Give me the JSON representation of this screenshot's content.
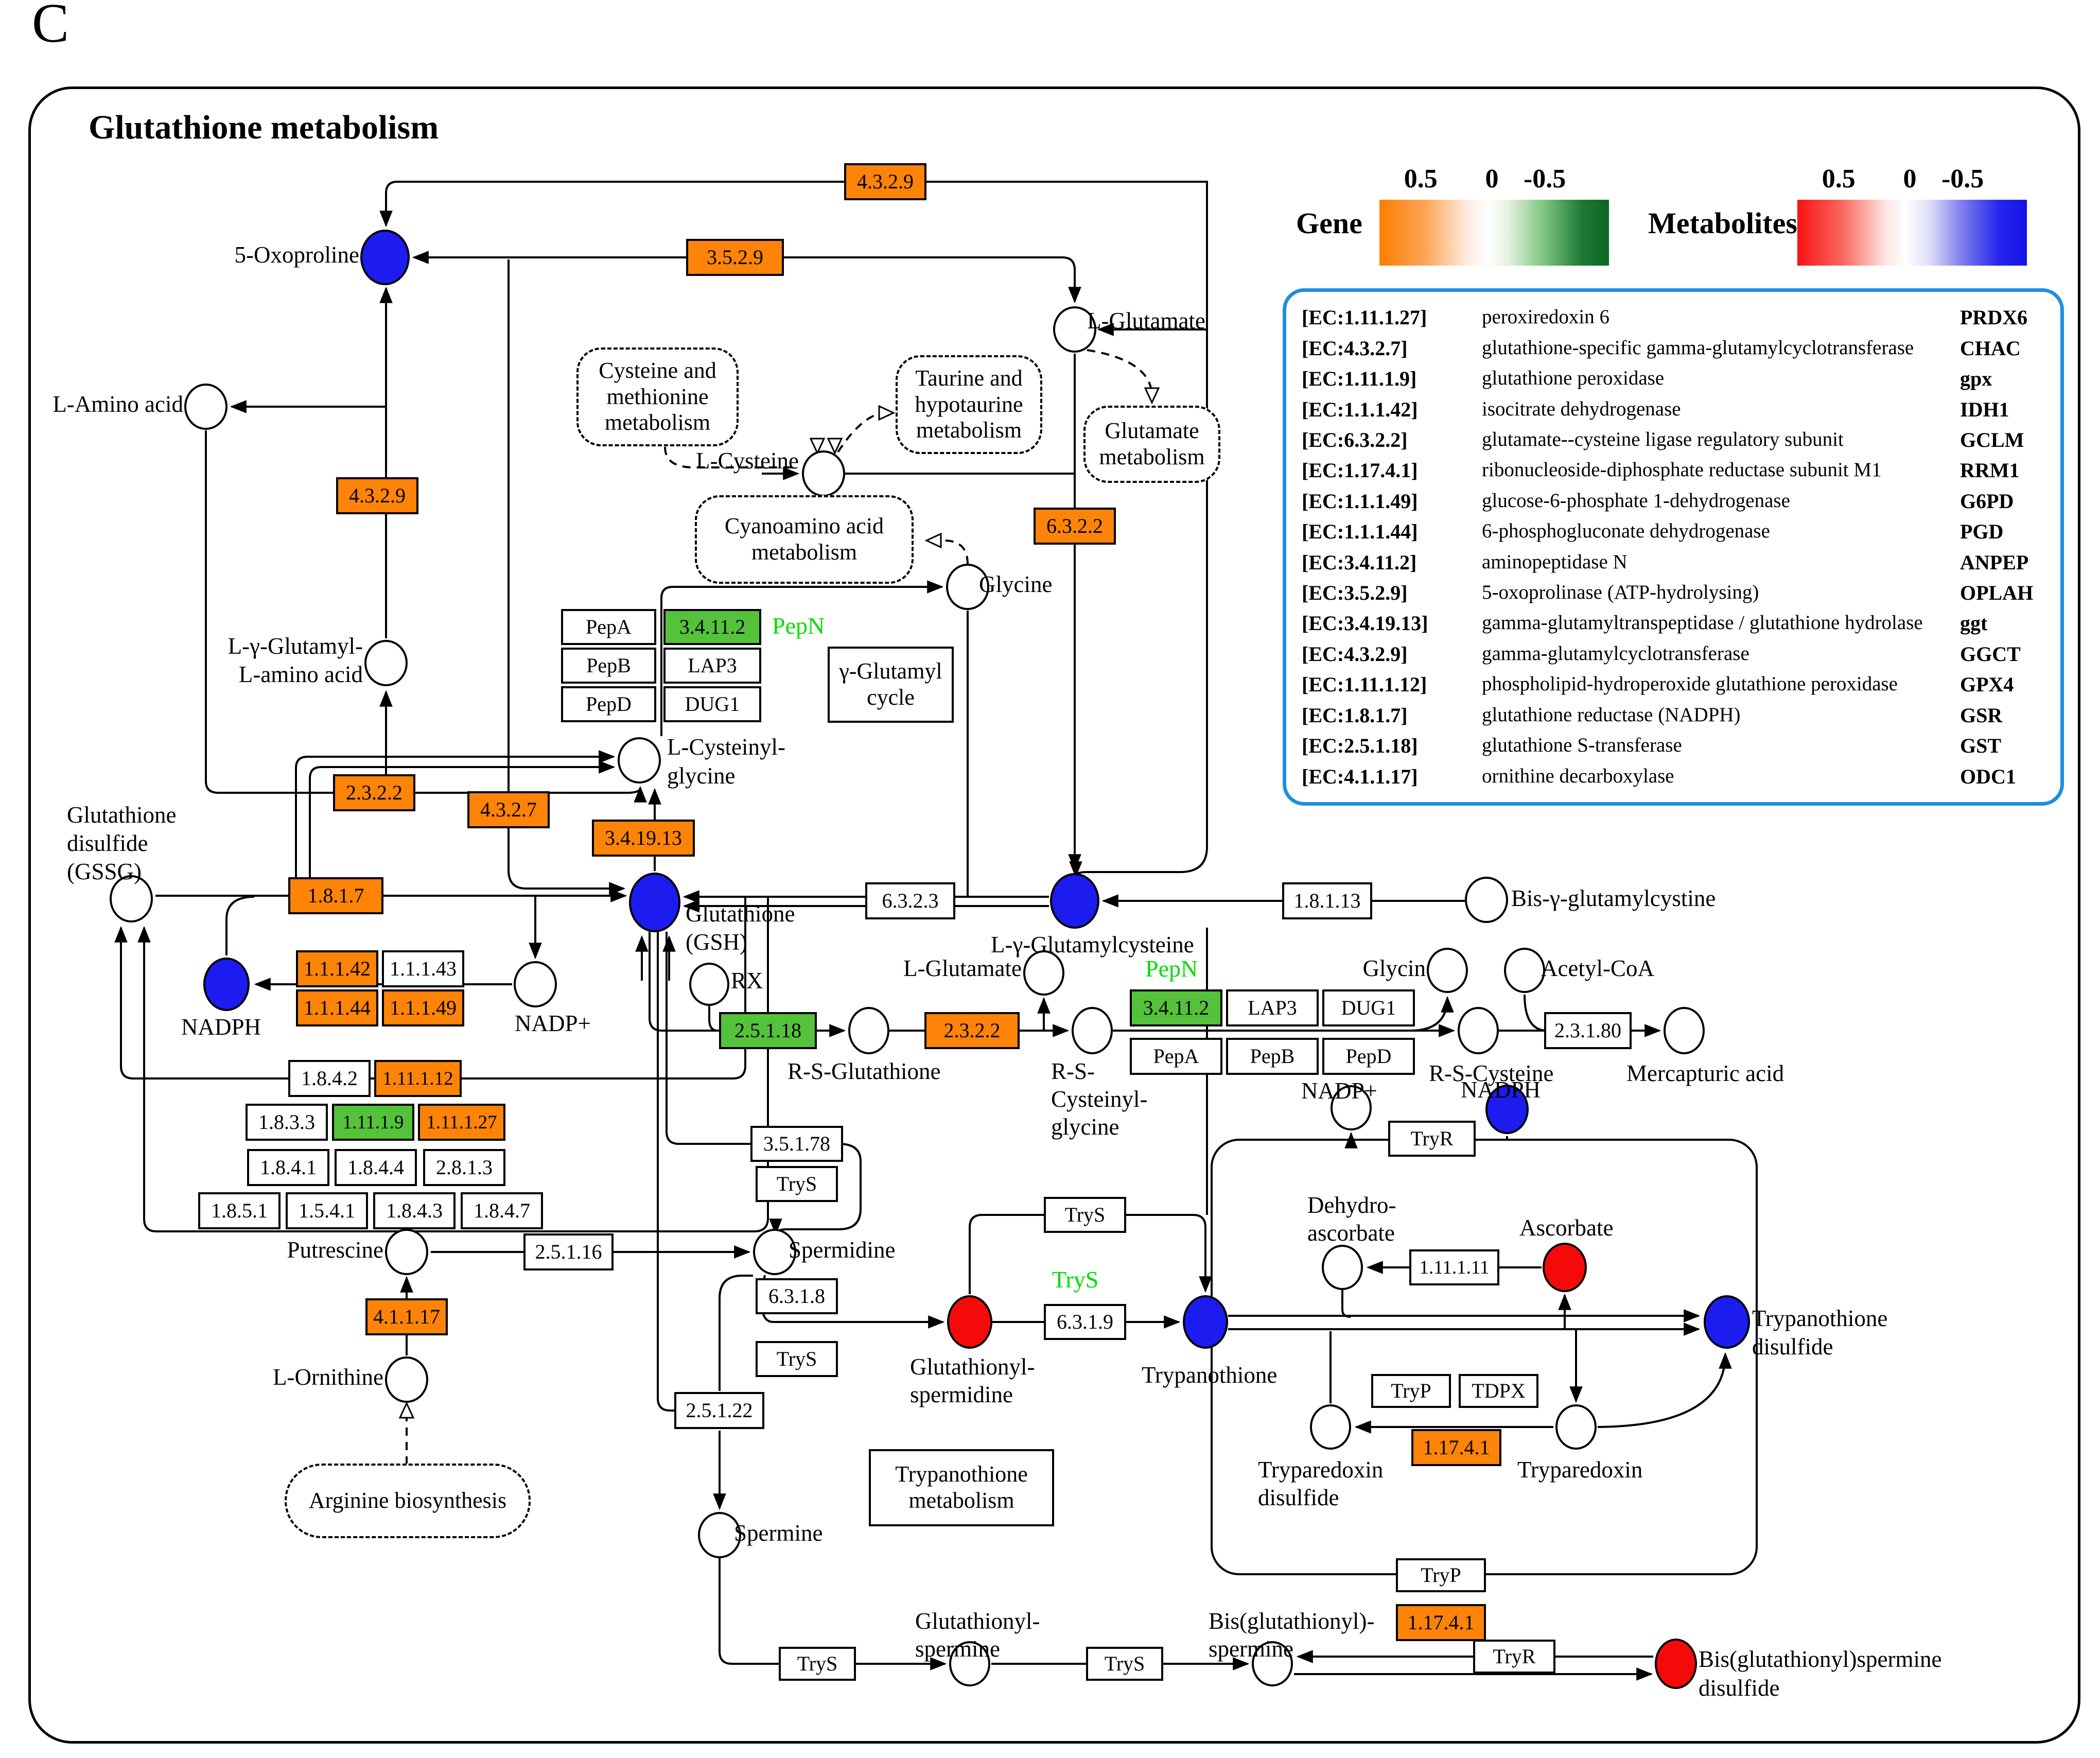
{
  "figure_label": "C",
  "title": "Glutathione metabolism",
  "legend": {
    "gene_label": "Gene",
    "metabolites_label": "Metabolites",
    "ticks": [
      "0.5",
      "0",
      "-0.5"
    ],
    "colors": {
      "gene_up": "#FD8408",
      "gene_down": "#0B6623",
      "metabolite_up": "#F81212",
      "metabolite_down": "#1414E6"
    }
  },
  "colors": {
    "up_gene_box": "#FD8408",
    "down_gene_box": "#54C23A",
    "up_metabolite_node": "#F50A0A",
    "down_metabolite_node": "#1C1CF0",
    "green_gene_text": "#00DC00",
    "legend_border": "#1E8FE0"
  },
  "enzyme_table": {
    "rows": [
      {
        "ec": "[EC:1.11.1.27]",
        "name": "peroxiredoxin 6",
        "sym": "PRDX6"
      },
      {
        "ec": "[EC:4.3.2.7]",
        "name": "glutathione-specific gamma-glutamylcyclotransferase",
        "sym": "CHAC"
      },
      {
        "ec": "[EC:1.11.1.9]",
        "name": "glutathione peroxidase",
        "sym": "gpx"
      },
      {
        "ec": "[EC:1.1.1.42]",
        "name": "isocitrate dehydrogenase",
        "sym": "IDH1"
      },
      {
        "ec": "[EC:6.3.2.2]",
        "name": "glutamate--cysteine ligase regulatory subunit",
        "sym": "GCLM"
      },
      {
        "ec": "[EC:1.17.4.1]",
        "name": "ribonucleoside-diphosphate reductase subunit M1",
        "sym": "RRM1"
      },
      {
        "ec": "[EC:1.1.1.49]",
        "name": "glucose-6-phosphate 1-dehydrogenase",
        "sym": "G6PD"
      },
      {
        "ec": "[EC:1.1.1.44]",
        "name": "6-phosphogluconate dehydrogenase",
        "sym": "PGD"
      },
      {
        "ec": "[EC:3.4.11.2]",
        "name": "aminopeptidase N",
        "sym": "ANPEP"
      },
      {
        "ec": "[EC:3.5.2.9]",
        "name": "5-oxoprolinase (ATP-hydrolysing)",
        "sym": "OPLAH"
      },
      {
        "ec": "[EC:3.4.19.13]",
        "name": "gamma-glutamyltranspeptidase / glutathione hydrolase",
        "sym": "ggt"
      },
      {
        "ec": "[EC:4.3.2.9]",
        "name": "gamma-glutamylcyclotransferase",
        "sym": "GGCT"
      },
      {
        "ec": "[EC:1.11.1.12]",
        "name": "phospholipid-hydroperoxide glutathione peroxidase",
        "sym": "GPX4"
      },
      {
        "ec": "[EC:1.8.1.7]",
        "name": "glutathione reductase (NADPH)",
        "sym": "GSR"
      },
      {
        "ec": "[EC:2.5.1.18]",
        "name": "glutathione S-transferase",
        "sym": "GST"
      },
      {
        "ec": "[EC:4.1.1.17]",
        "name": "ornithine decarboxylase",
        "sym": "ODC1"
      }
    ]
  },
  "enzymes": {
    "e4329": "4.3.2.9",
    "e3529": "3.5.2.9",
    "e6322": "6.3.2.2",
    "e2322": "2.3.2.2",
    "e4327": "4.3.2.7",
    "e341913": "3.4.19.13",
    "e1817": "1.8.1.7",
    "e11142": "1.1.1.42",
    "e11143": "1.1.1.43",
    "e11144": "1.1.1.44",
    "e11149": "1.1.1.49",
    "e1842": "1.8.4.2",
    "e111112": "1.11.1.12",
    "e1833": "1.8.3.3",
    "e11119": "1.11.1.9",
    "e111127": "1.11.1.27",
    "e1841": "1.8.4.1",
    "e1844": "1.8.4.4",
    "e2813": "2.8.1.3",
    "e1851": "1.8.5.1",
    "e1541": "1.5.4.1",
    "e1843": "1.8.4.3",
    "e1847": "1.8.4.7",
    "e6323": "6.3.2.3",
    "e18113": "1.8.1.13",
    "e25118": "2.5.1.18",
    "e34112": "3.4.11.2",
    "e23180": "2.3.1.80",
    "e35178": "3.5.1.78",
    "e25116": "2.5.1.16",
    "e41117": "4.1.1.17",
    "e6318": "6.3.1.8",
    "e25122": "2.5.1.22",
    "e6319": "6.3.1.9",
    "e111111": "1.11.1.11",
    "e11741": "1.17.4.1",
    "pepA": "PepA",
    "pepB": "PepB",
    "pepD": "PepD",
    "lap3": "LAP3",
    "dug1": "DUG1",
    "pepn": "PepN",
    "trys": "TryS",
    "tryr": "TryR",
    "tryp": "TryP",
    "tdpx": "TDPX"
  },
  "compounds": {
    "oxoproline": "5-Oxoproline",
    "l_glutamate": "L-Glutamate",
    "l_amino_acid": "L-Amino acid",
    "l_cysteine": "L-Cysteine",
    "glycine": "Glycine",
    "g_glutamyl_l1": "L-γ-Glutamyl-",
    "g_glutamyl_l2": "L-amino acid",
    "l_cysteinyl": "L-Cysteinyl-",
    "glycine_l2": "glycine",
    "gssg_l1": "Glutathione",
    "gssg_l2": "disulfide",
    "gssg_l3": "(GSSG)",
    "gsh_l1": "Glutathione",
    "gsh_l2": "(GSH)",
    "l_g_glutamylcysteine": "L-γ-Glutamylcysteine",
    "bis_g_glutamylcystine": "Bis-γ-glutamylcystine",
    "nadph": "NADPH",
    "nadp": "NADP+",
    "rx": "RX",
    "r_s_glutathione": "R-S-Glutathione",
    "r_s": "R-S-",
    "cysteinyl": "Cysteinyl-",
    "glycin": "Glycin",
    "acetyl_coa": "Acetyl-CoA",
    "r_s_cysteine": "R-S-Cysteine",
    "mercapturic": "Mercapturic acid",
    "putrescine": "Putrescine",
    "spermidine": "Spermidine",
    "l_ornithine": "L-Ornithine",
    "spermine": "Spermine",
    "glutathionyl": "Glutathionyl-",
    "spermidine_l2": "spermidine",
    "trypanothione": "Trypanothione",
    "dehydro_l1": "Dehydro-",
    "ascorbate_l2": "ascorbate",
    "ascorbate": "Ascorbate",
    "disulfide": "disulfide",
    "tryparedoxin": "Tryparedoxin",
    "spermine_l2": "spermine",
    "bis_glutathionyl": "Bis(glutathionyl)-",
    "bis_glutathionyl_spermine": "Bis(glutathionyl)spermine"
  },
  "ref_boxes": {
    "cys_met": [
      "Cysteine and",
      "methionine",
      "metabolism"
    ],
    "taurine": [
      "Taurine and",
      "hypotaurine",
      "metabolism"
    ],
    "glutamate": [
      "Glutamate",
      "metabolism"
    ],
    "cyanoamino": [
      "Cyanoamino acid",
      "metabolism"
    ],
    "g_glutamyl_cycle": [
      "γ-Glutamyl",
      "cycle"
    ],
    "arginine": [
      "Arginine biosynthesis"
    ],
    "trypanothione_met": [
      "Trypanothione",
      "metabolism"
    ]
  }
}
